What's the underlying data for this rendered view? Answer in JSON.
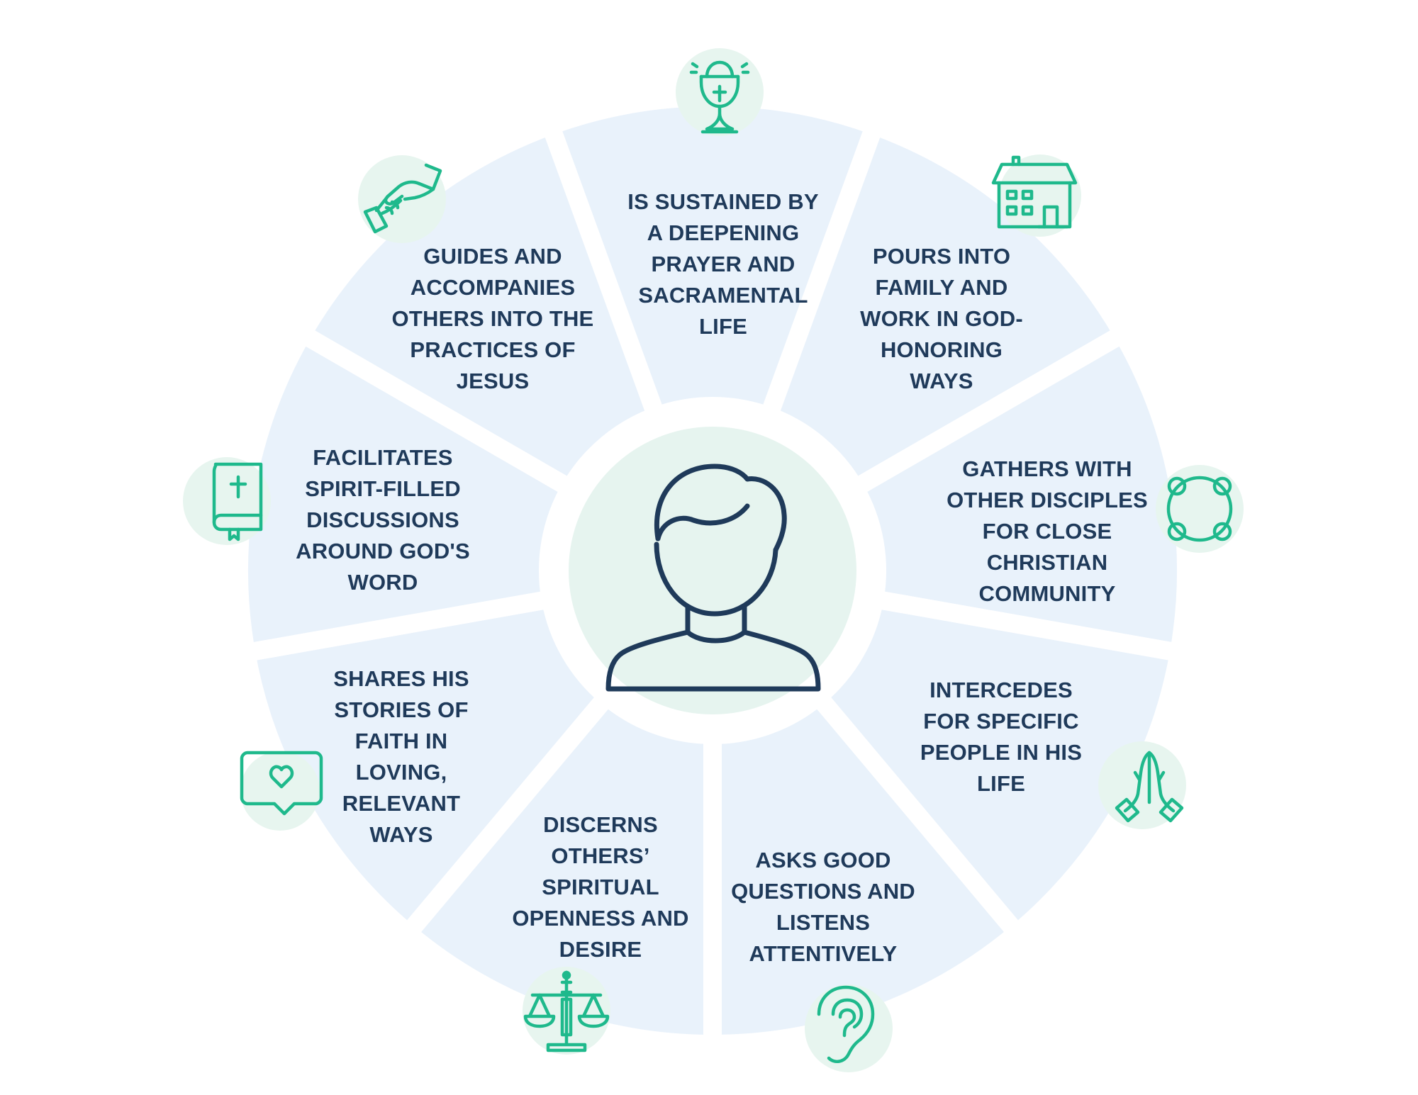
{
  "colors": {
    "segment_fill": "#e9f2fb",
    "center_fill": "#e6f4ef",
    "icon_stroke": "#1fb98c",
    "icon_bg": "#e7f5ef",
    "text": "#1f3a5a",
    "person_stroke": "#1f3a5a"
  },
  "center": {
    "icon": "person-icon"
  },
  "segments": [
    {
      "label": "IS SUSTAINED BY\nA DEEPENING\nPRAYER AND\nSACRAMENTAL\nLIFE",
      "icon": "chalice-icon"
    },
    {
      "label": "POURS INTO\nFAMILY AND\nWORK IN GOD-\nHONORING\nWAYS",
      "icon": "house-icon"
    },
    {
      "label": "GATHERS WITH\nOTHER DISCIPLES\nFOR CLOSE\nCHRISTIAN\nCOMMUNITY",
      "icon": "community-circle-icon"
    },
    {
      "label": "INTERCEDES\nFOR SPECIFIC\nPEOPLE IN HIS\nLIFE",
      "icon": "praying-hands-icon"
    },
    {
      "label": "ASKS GOOD\nQUESTIONS AND\nLISTENS\nATTENTIVELY",
      "icon": "ear-icon"
    },
    {
      "label": "DISCERNS\nOTHERS’\nSPIRITUAL\nOPENNESS AND\nDESIRE",
      "icon": "scales-icon"
    },
    {
      "label": "SHARES HIS\nSTORIES OF\nFAITH IN\nLOVING,\nRELEVANT\nWAYS",
      "icon": "heart-speech-bubble-icon"
    },
    {
      "label": "FACILITATES\nSPIRIT-FILLED\nDISCUSSIONS\nAROUND GOD'S\nWORD",
      "icon": "bible-icon"
    },
    {
      "label": "GUIDES AND\nACCOMPANIES\nOTHERS INTO THE\nPRACTICES OF\nJESUS",
      "icon": "helping-hand-icon"
    }
  ]
}
